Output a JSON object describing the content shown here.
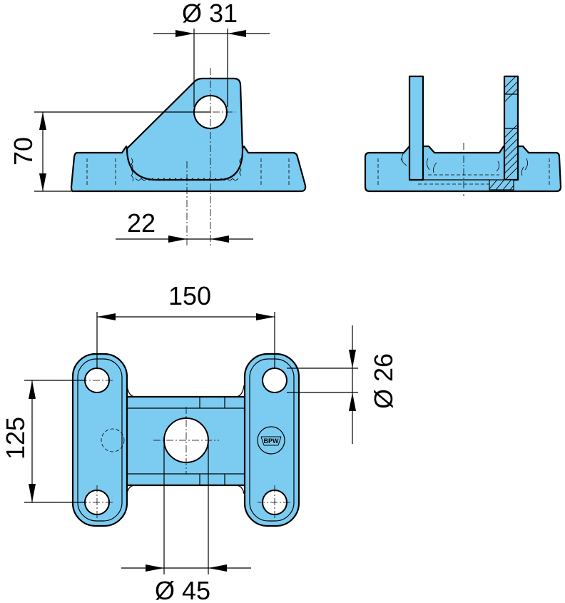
{
  "colors": {
    "part_fill": "#7ccbf0",
    "outline": "#000000",
    "background": "#ffffff"
  },
  "dimensions": {
    "side_hole_diameter": "Ø 31",
    "side_height": "70",
    "side_offset": "22",
    "top_hole_spacing_x": "150",
    "top_hole_spacing_y": "125",
    "corner_hole_diameter": "Ø 26",
    "center_hole_diameter": "Ø 45"
  },
  "logo": {
    "text": "BPW"
  }
}
